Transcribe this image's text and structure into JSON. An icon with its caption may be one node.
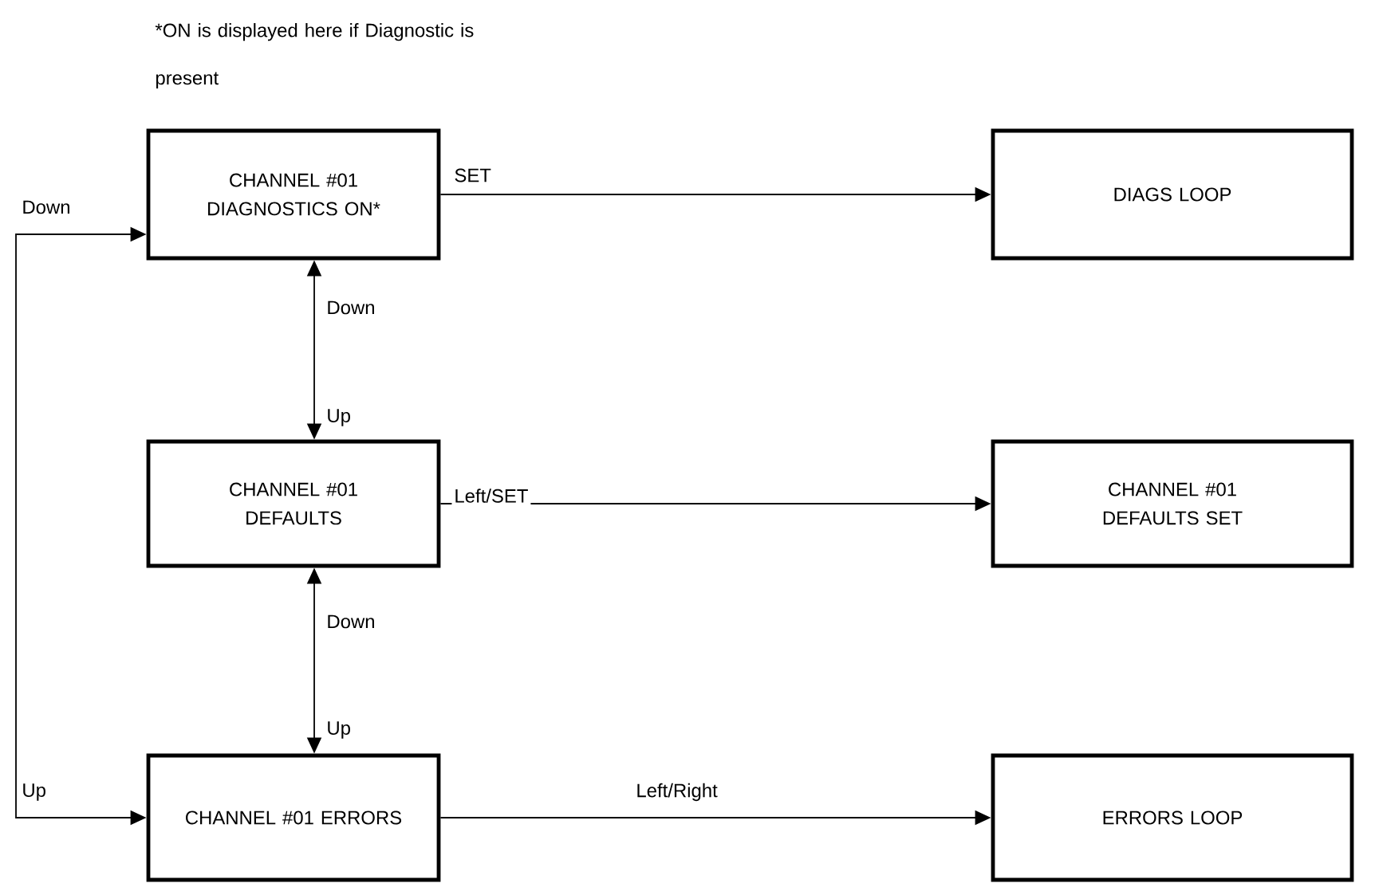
{
  "diagram": {
    "nodes": [
      {
        "text": [
          "CHANNEL #01 DIAGNOSTICS ON*"
        ]
      },
      {
        "text": [
          "DIAGS LOOP"
        ]
      },
      {
        "text": [
          "CHANNEL #01 DEFAULTS"
        ]
      },
      {
        "text": [
          "CHANNEL #01 DEFAULTS SET"
        ]
      },
      {
        "text": [
          "CHANNEL #01 ERRORS"
        ]
      },
      {
        "text": [
          "ERRORS LOOP"
        ]
      }
    ],
    "edges": [
      {
        "from": 0,
        "to": 1,
        "arrow": "to",
        "label": "SET"
      },
      {
        "from": 2,
        "to": 3,
        "arrow": "to",
        "label": "Left/SET"
      },
      {
        "from": 4,
        "to": 5,
        "arrow": "to",
        "label": "Left/Right"
      },
      {
        "from": 0,
        "to": 2,
        "arrow": "both",
        "label": "Down"
      },
      {
        "from": 2,
        "to": 4,
        "arrow": "both",
        "label": "Down"
      },
      {
        "from": 4,
        "to": 0,
        "arrow": "both",
        "label": "Up"
      }
    ],
    "labels": [
      "*ON is displayed here if Diagnostic is present",
      "Down",
      "Up",
      "Up"
    ]
  }
}
